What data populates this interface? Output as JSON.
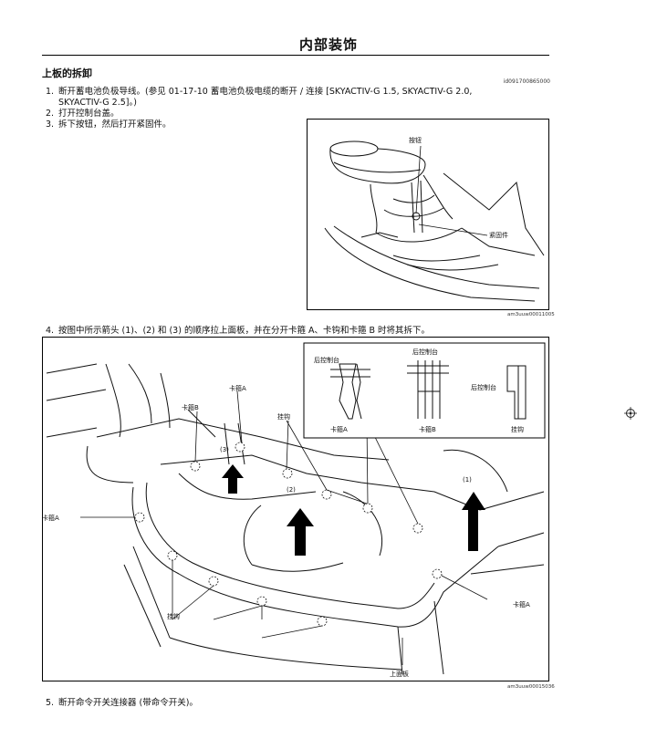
{
  "header": {
    "title": "内部装饰"
  },
  "section": {
    "heading": "上板的拆卸",
    "doc_id": "id091700865000"
  },
  "steps": [
    {
      "num": "1.",
      "text": "断开蓄电池负极导线。(参见 01-17-10 蓄电池负极电缆的断开 / 连接 [SKYACTIV-G 1.5, SKYACTIV-G 2.0,",
      "text_cont": "SKYACTIV-G 2.5]。)"
    },
    {
      "num": "2.",
      "text": "打开控制台盖。"
    },
    {
      "num": "3.",
      "text": "拆下按钮，然后打开紧固件。"
    },
    {
      "num": "4.",
      "text": "按图中所示箭头 (1)、(2) 和 (3) 的顺序拉上面板，并在分开卡箍 A、卡钩和卡箍 B 时将其拆下。"
    },
    {
      "num": "5.",
      "text": "断开命令开关连接器 (带命令开关)。"
    }
  ],
  "figure1": {
    "labels": {
      "button": "按钮",
      "fastener": "紧固件"
    },
    "id": "am3uuw00011005"
  },
  "figure2": {
    "inset": {
      "labels": {
        "rear_console_1": "后控制台",
        "rear_console_2": "后控制台",
        "rear_console_3": "后控制台",
        "clip_a": "卡箍A",
        "clip_b": "卡箍B",
        "hook": "挂钩"
      }
    },
    "labels": {
      "clip_b": "卡箍B",
      "clip_a_top": "卡箍A",
      "hook_top": "挂钩",
      "clip_a_left": "卡箍A",
      "hook_bottom": "挂钩",
      "clip_a_right": "卡箍A",
      "upper_panel": "上面板",
      "arrow1": "(1)",
      "arrow2": "(2)",
      "arrow3": "(3)"
    },
    "id": "am3uuw00015036"
  },
  "margin": {
    "icon": "crosshair-icon"
  }
}
